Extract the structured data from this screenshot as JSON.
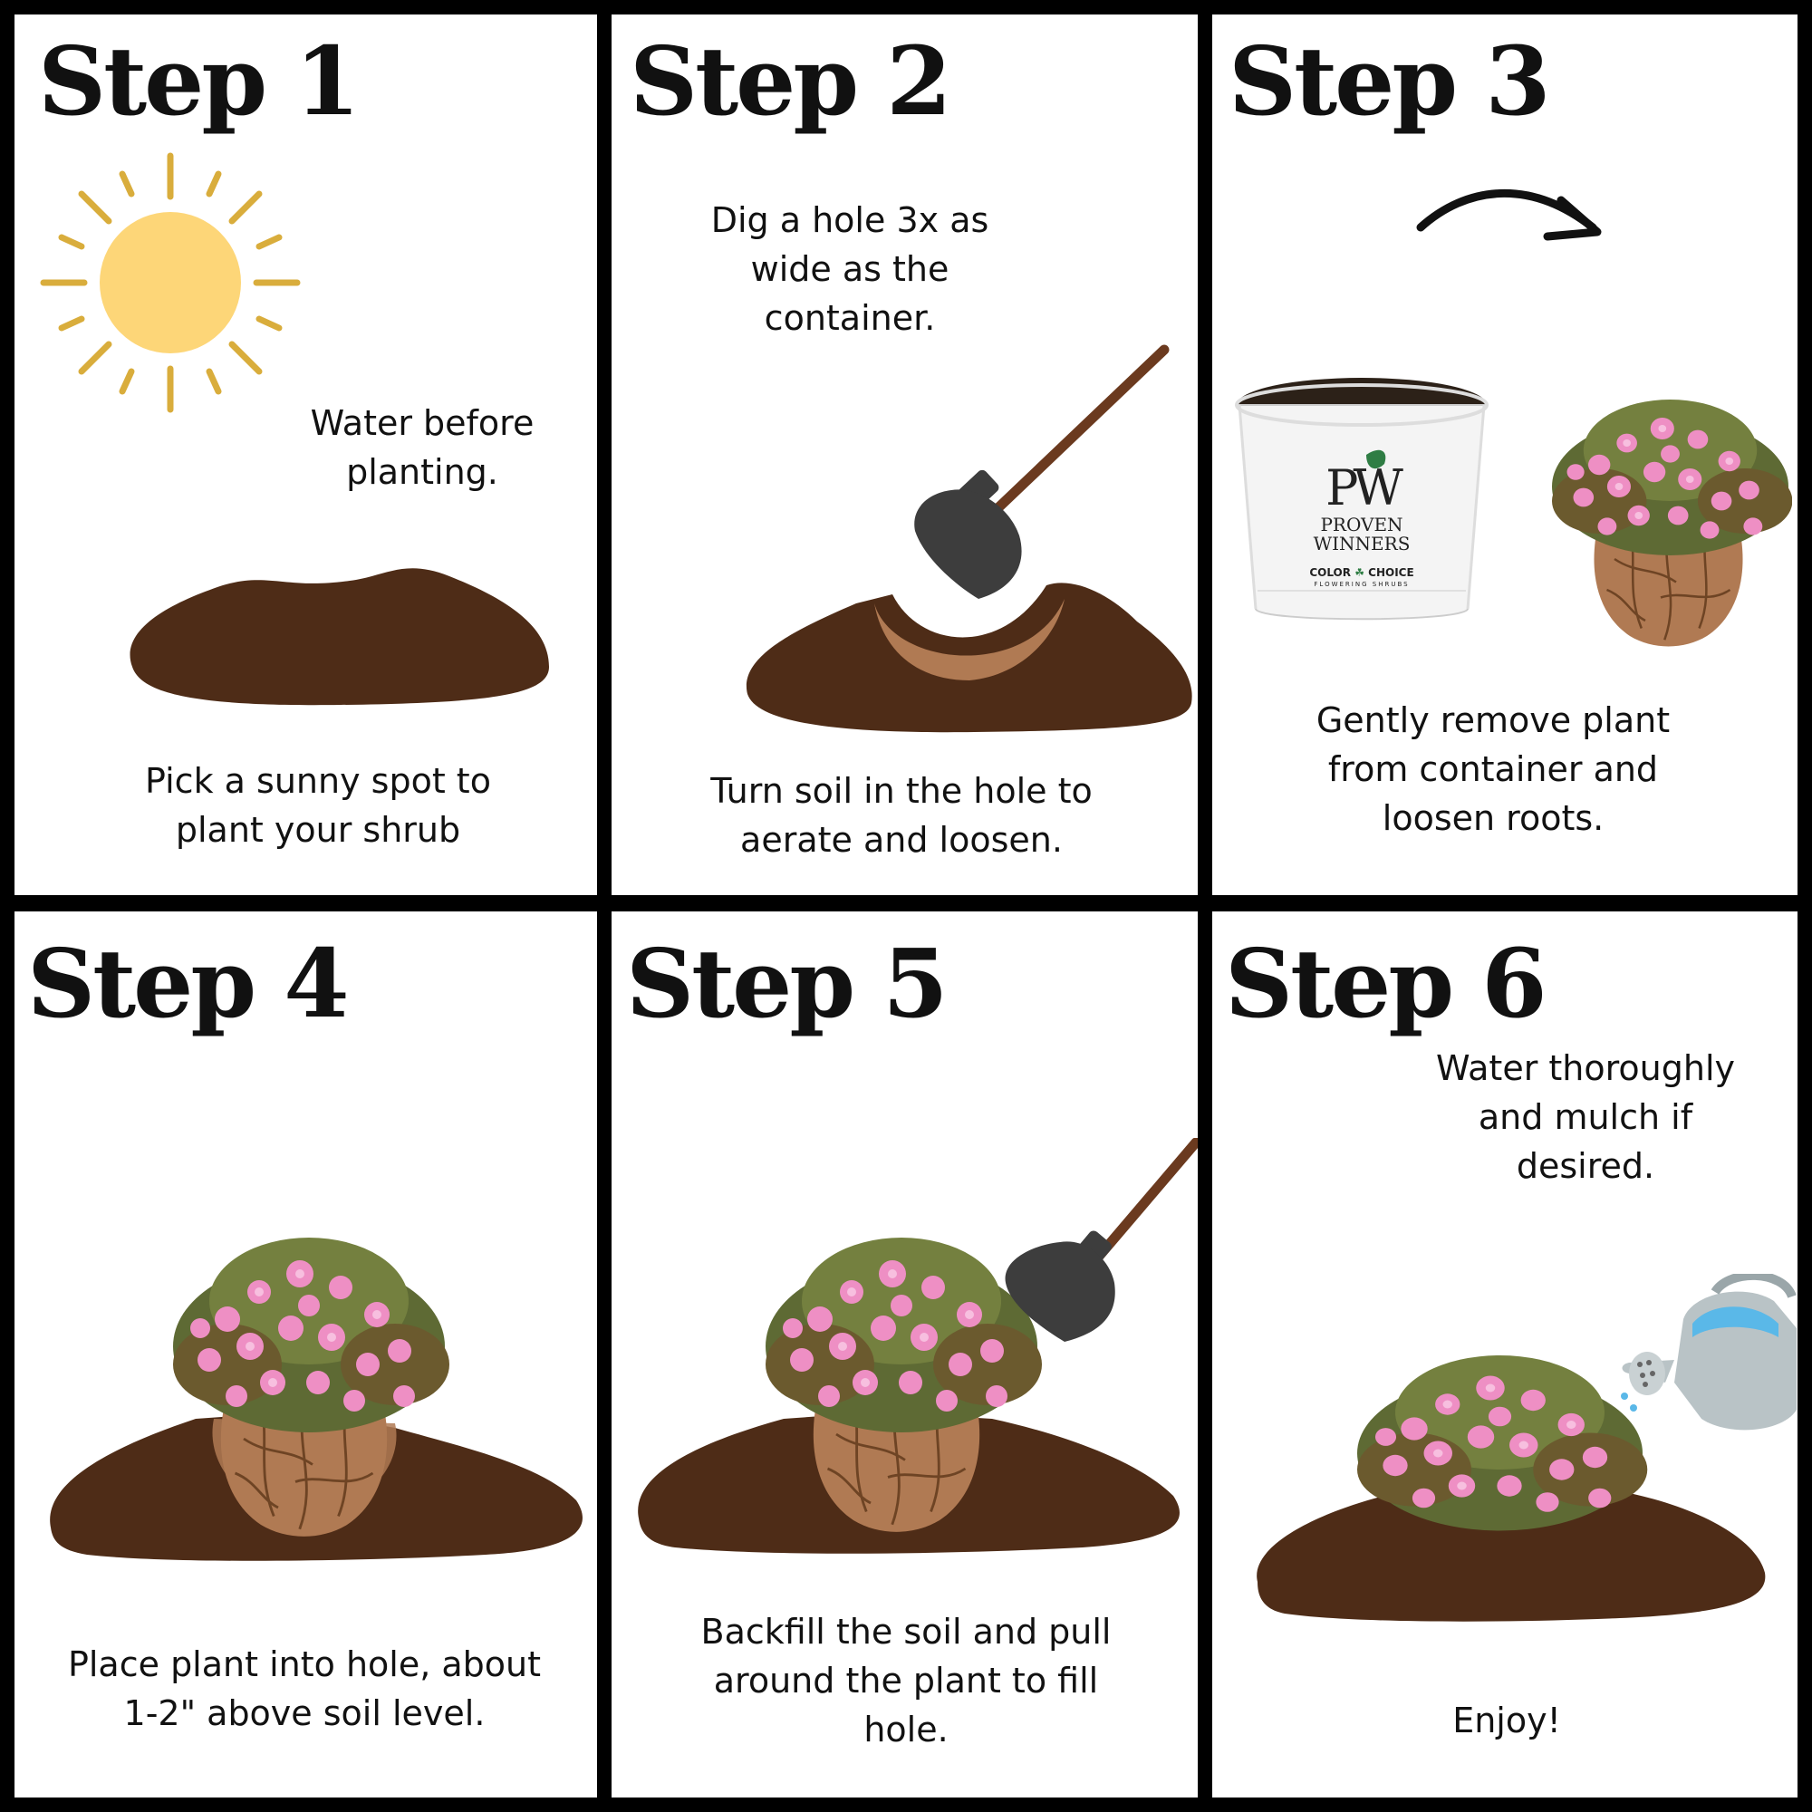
{
  "steps": [
    {
      "title": "Step 1",
      "note": "Water before planting.",
      "caption": "Pick a sunny spot to plant your shrub"
    },
    {
      "title": "Step 2",
      "note": "Dig a hole 3x as wide as the container.",
      "caption": "Turn soil in the hole to aerate and loosen."
    },
    {
      "title": "Step 3",
      "caption": "Gently remove plant from container and loosen roots.",
      "pot_brand": {
        "logo": "PW",
        "line1": "PROVEN",
        "line2": "WINNERS",
        "line3a": "COLOR",
        "line3b": "CHOICE",
        "line4": "FLOWERING SHRUBS"
      }
    },
    {
      "title": "Step 4",
      "caption": "Place plant into hole, about 1-2\" above soil level."
    },
    {
      "title": "Step 5",
      "caption": "Backfill the soil and pull around the plant to fill hole."
    },
    {
      "title": "Step 6",
      "note": "Water thoroughly and mulch if desired.",
      "caption": "Enjoy!"
    }
  ],
  "colors": {
    "soil": "#4e2c17",
    "root_ball": "#b07a53",
    "sun": "#fdd678",
    "sun_rays": "#d9ad3c",
    "shovel_blade": "#3d3d3d",
    "shovel_handle": "#6b3a1f",
    "flowers": "#ee8fc4",
    "foliage": "#5e6a34",
    "watering_can": "#b9c3c6",
    "water": "#5ab8e8"
  },
  "icons": [
    "sun-icon",
    "shovel-icon",
    "curved-arrow-icon",
    "plant-pot-icon",
    "watering-can-icon"
  ]
}
